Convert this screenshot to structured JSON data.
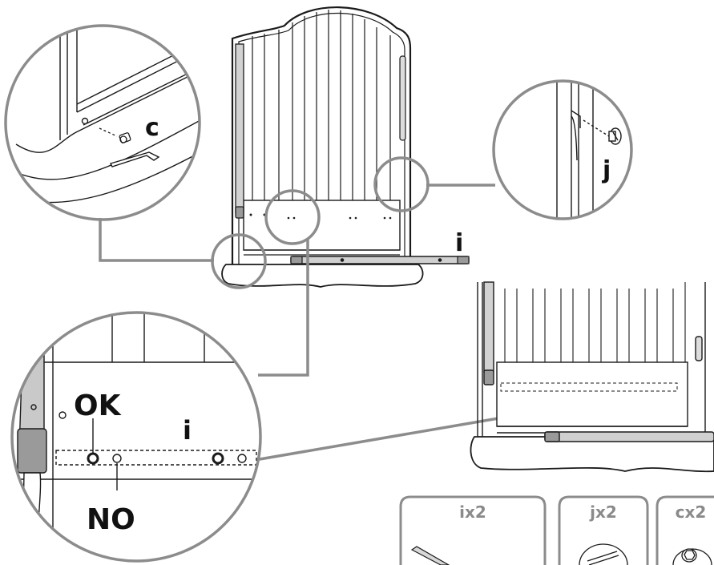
{
  "labels": {
    "screw_c": "c",
    "rail_i_top": "i",
    "pin_j": "j",
    "ok": "OK",
    "rail_i_detail": "i",
    "no": "NO"
  },
  "parts": [
    {
      "label": "ix2",
      "icon": "rail-icon"
    },
    {
      "label": "jx2",
      "icon": "cam-pin-icon"
    },
    {
      "label": "cx2",
      "icon": "allen-bolt-icon"
    }
  ],
  "colors": {
    "line": "#1a1a1a",
    "callout": "#8c8c8c",
    "post_fill": "#c9c9c9",
    "post_dark": "#9a9a9a"
  }
}
